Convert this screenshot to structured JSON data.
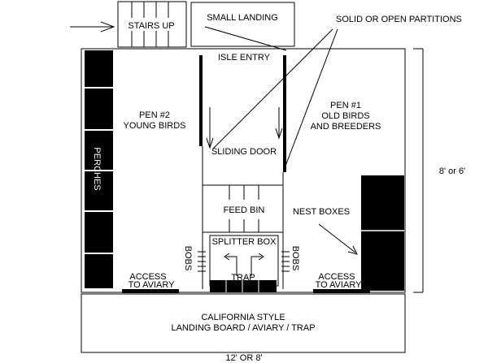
{
  "labels": {
    "stairs": "STAIRS UP",
    "landing": "SMALL LANDING",
    "partitions": "SOLID OR OPEN PARTITIONS",
    "isle_entry": "ISLE ENTRY",
    "pen2_line1": "PEN #2",
    "pen2_line2": "YOUNG BIRDS",
    "pen1_line1": "PEN #1",
    "pen1_line2": "OLD BIRDS",
    "pen1_line3": "AND BREEDERS",
    "sliding_door": "SLIDING DOOR",
    "perches": "PERCHES",
    "feed_bin": "FEED BIN",
    "nest_boxes": "NEST BOXES",
    "splitter_box": "SPLITTER BOX",
    "bobs": "BOBS",
    "trap": "TRAP",
    "access_line1": "ACCESS",
    "access_line2": "TO AVIARY",
    "landing_board_line1": "CALIFORNIA STYLE",
    "landing_board_line2": "LANDING BOARD / AVIARY / TRAP",
    "width_dim": "12' OR 8'",
    "height_dim": "8' or 6'"
  },
  "colors": {
    "ink": "#000000",
    "paper": "#ffffff"
  }
}
